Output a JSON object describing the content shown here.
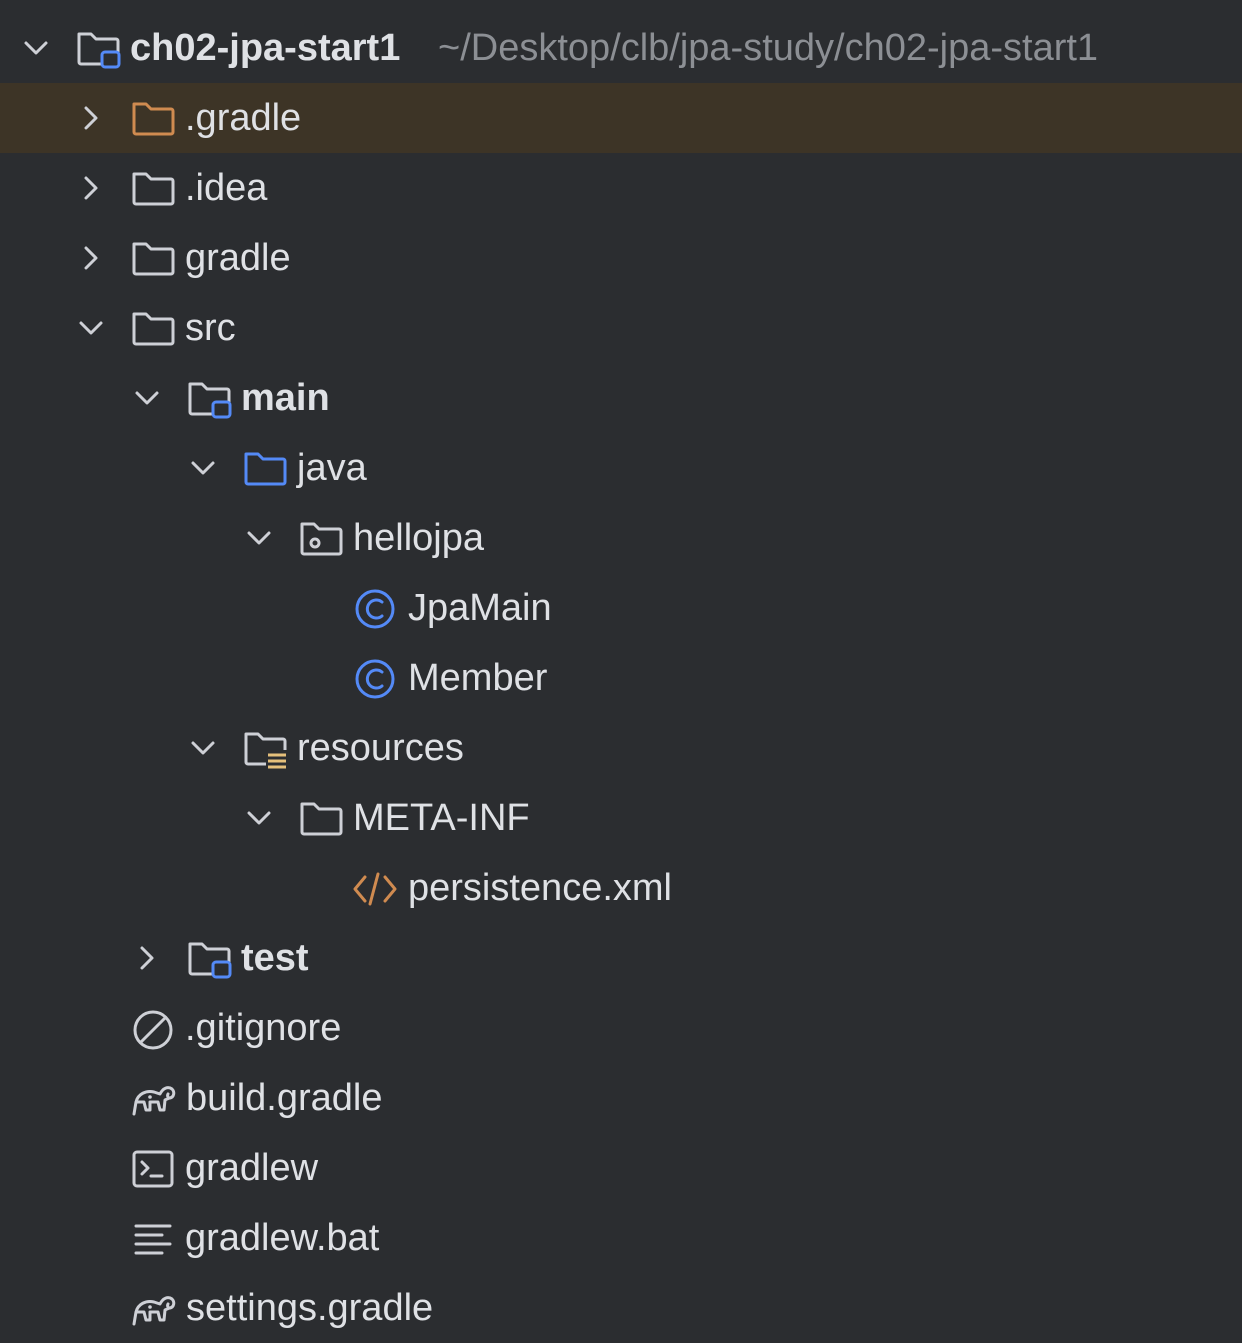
{
  "project": {
    "name": "ch02-jpa-start1",
    "path": "~/Desktop/clb/jpa-study/ch02-jpa-start1"
  },
  "tree": {
    "gradle_dot": ".gradle",
    "idea_dot": ".idea",
    "gradle": "gradle",
    "src": "src",
    "main": "main",
    "java": "java",
    "hellojpa": "hellojpa",
    "jpamain": "JpaMain",
    "member": "Member",
    "resources": "resources",
    "meta_inf": "META-INF",
    "persistence": "persistence.xml",
    "test": "test",
    "gitignore": ".gitignore",
    "build_gradle": "build.gradle",
    "gradlew": "gradlew",
    "gradlew_bat": "gradlew.bat",
    "settings_gradle": "settings.gradle"
  },
  "colors": {
    "background": "#2b2d30",
    "selected_row": "#3d3426",
    "text": "#dfe1e5",
    "path_text": "#8c8f94",
    "folder_icon": "#ced0d6",
    "source_folder_blue": "#548af7",
    "excluded_folder_orange": "#d08b50",
    "resource_yellow": "#e5c07b"
  },
  "icons": {
    "expanded": "chevron-down-icon",
    "collapsed": "chevron-right-icon",
    "module": "module-folder-icon",
    "folder": "folder-icon",
    "source_root": "source-folder-icon",
    "package": "package-icon",
    "class": "class-icon",
    "resources": "resources-folder-icon",
    "xml": "xml-file-icon",
    "ignore": "gitignore-icon",
    "gradle": "gradle-icon",
    "shell": "shell-script-icon",
    "text": "text-file-icon"
  }
}
